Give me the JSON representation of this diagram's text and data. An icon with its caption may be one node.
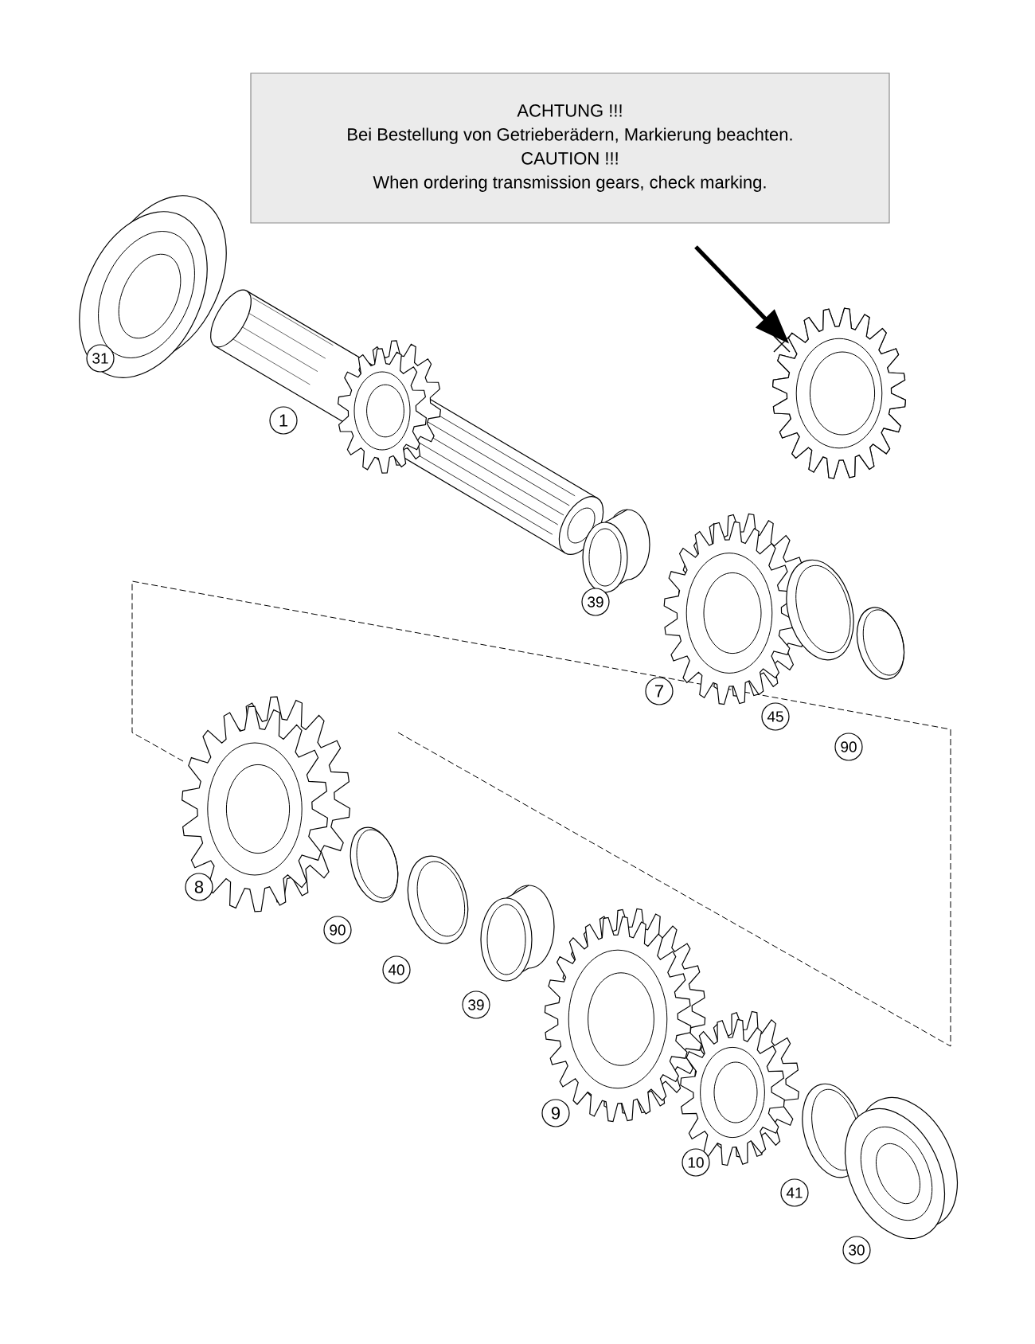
{
  "diagram": {
    "nodes": [
      {
        "text": [
          "ACHTUNG !!!",
          "Bei Bestellung von Getrieberädern, Markierung beachten.",
          "CAUTION !!!",
          "When ordering transmission gears, check marking."
        ]
      },
      {
        "text": [],
        "shape": "picture"
      }
    ],
    "edges": [
      {
        "from": null,
        "to": 1,
        "arrow": "to"
      }
    ],
    "labels": [
      "31",
      "1",
      "39",
      "7",
      "45",
      "90",
      "8",
      "90",
      "40",
      "39",
      "9",
      "10",
      "41",
      "30"
    ]
  }
}
